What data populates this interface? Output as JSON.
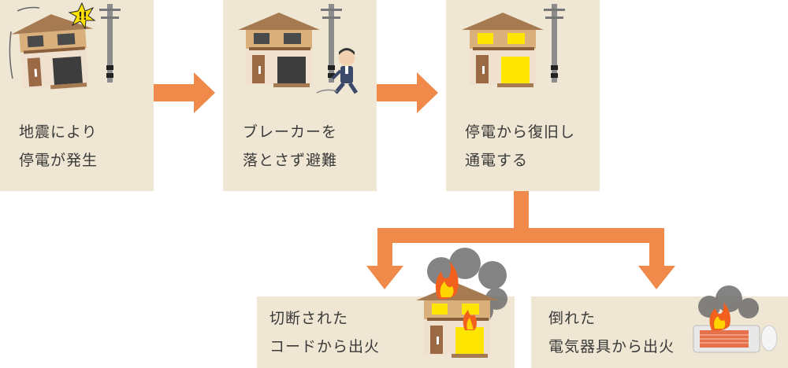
{
  "steps": {
    "step1": {
      "label": "地震により\n停電が発生"
    },
    "step2": {
      "label": "ブレーカーを\n落とさず避難"
    },
    "step3": {
      "label": "停電から復旧し\n通電する"
    },
    "step4": {
      "label": "切断された\nコードから出火"
    },
    "step5": {
      "label": "倒れた\n電気器具から出火"
    }
  },
  "colors": {
    "box": "#efe6d3",
    "arrow": "#f08a4b",
    "text": "#3a3a3a"
  }
}
